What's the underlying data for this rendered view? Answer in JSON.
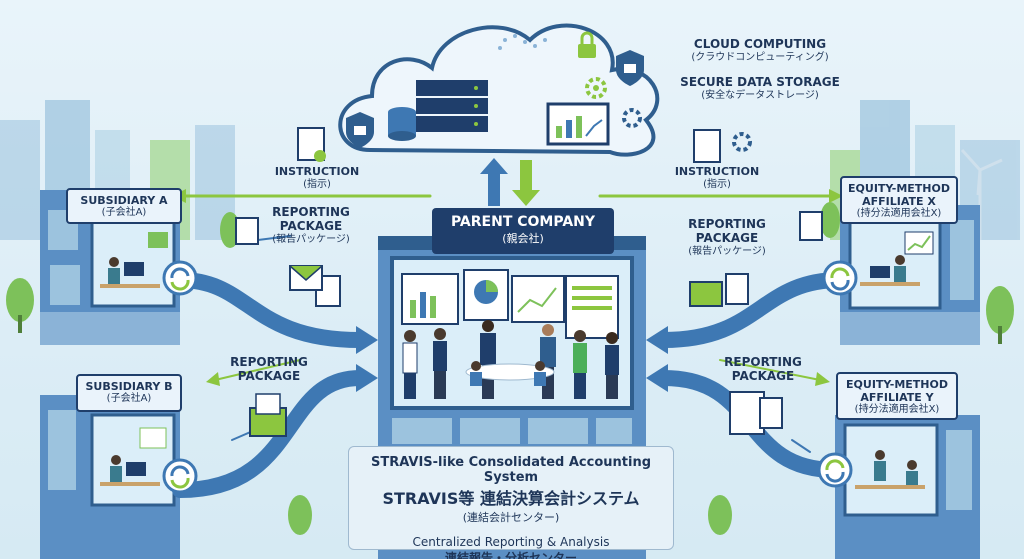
{
  "cloud": {
    "computing": "CLOUD COMPUTING",
    "computing_jp": "(クラウドコンピューティング)",
    "storage": "SECURE DATA STORAGE",
    "storage_jp": "(安全なデータストレージ)"
  },
  "instruction_left": {
    "en": "INSTRUCTION",
    "jp": "(指示)"
  },
  "instruction_right": {
    "en": "INSTRUCTION",
    "jp": "(指示)"
  },
  "reporting_left_top": {
    "line1": "REPORTING",
    "line2": "PACKAGE",
    "jp": "(報告パッケージ)"
  },
  "reporting_right_top": {
    "line1": "REPORTING",
    "line2": "PACKAGE",
    "jp": "(報告パッケージ)"
  },
  "reporting_left_bottom": {
    "line1": "REPORTING",
    "line2": "PACKAGE"
  },
  "reporting_right_bottom": {
    "line1": "REPORTING",
    "line2": "PACKAGE"
  },
  "subsidiary_a": {
    "en": "SUBSIDIARY A",
    "jp": "(子会社A)"
  },
  "subsidiary_b": {
    "en": "SUBSIDIARY B",
    "jp": "(子会社A)"
  },
  "affiliate_x": {
    "line1": "EQUITY-METHOD",
    "line2": "AFFILIATE X",
    "jp": "(持分法適用会社X)"
  },
  "affiliate_y": {
    "line1": "EQUITY-METHOD",
    "line2": "AFFILIATE Y",
    "jp": "(持分法適用会社X)"
  },
  "parent": {
    "en": "PARENT COMPANY",
    "jp": "(親会社)"
  },
  "system": {
    "line1": "STRAVIS-like Consolidated Accounting System",
    "line2": "STRAVIS等 連結決算会計システム",
    "line3": "(連結会計センター)",
    "line4": "Centralized Reporting & Analysis",
    "line5": "連結報告・分析センター"
  },
  "colors": {
    "navy": "#1f3e6b",
    "blue_arrow": "#3e78b3",
    "green_arrow": "#8cc63f",
    "building": "#5b8fc4",
    "cloud_fill": "#eef6fc"
  },
  "icons": [
    "cloud-icon",
    "padlock-icon",
    "shield-icon",
    "server-icon",
    "database-icon",
    "gear-icon",
    "document-icon",
    "envelope-icon",
    "sync-icon",
    "tablet-icon"
  ]
}
